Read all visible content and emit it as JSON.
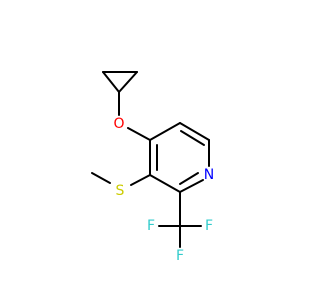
{
  "molecule": {
    "atoms": {
      "O": {
        "symbol": "O",
        "color": "#FF0000"
      },
      "S": {
        "symbol": "S",
        "color": "#CCCC00"
      },
      "N": {
        "symbol": "N",
        "color": "#0000FF"
      },
      "F1": {
        "symbol": "F",
        "color": "#33CCCC"
      },
      "F2": {
        "symbol": "F",
        "color": "#33CCCC"
      },
      "F3": {
        "symbol": "F",
        "color": "#33CCCC"
      }
    },
    "bond_color": "#000000"
  }
}
